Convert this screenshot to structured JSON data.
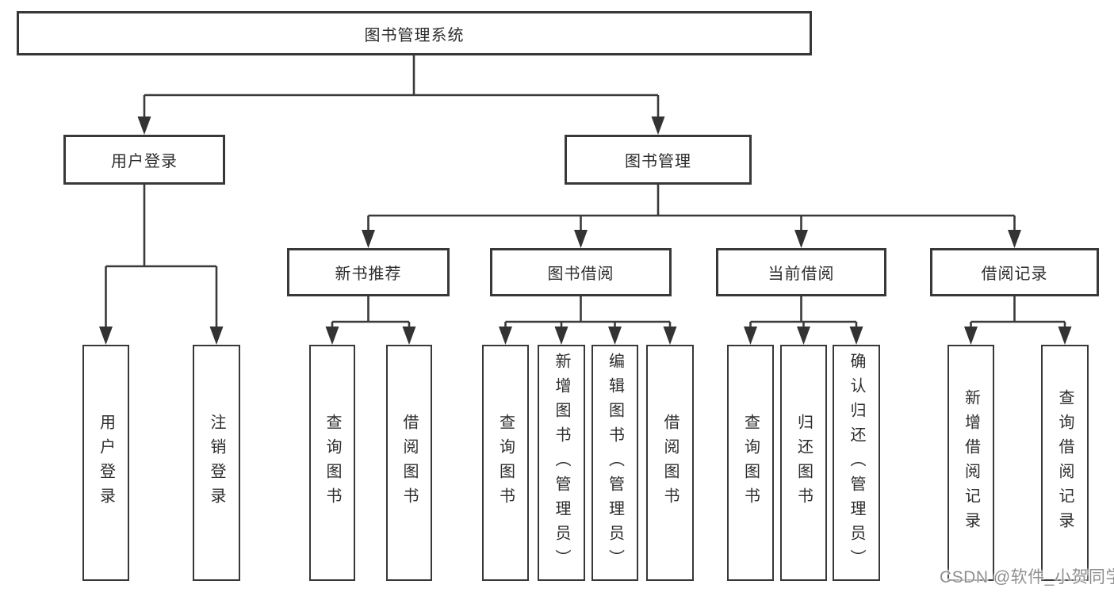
{
  "diagram": {
    "root": {
      "label": "图书管理系统"
    },
    "branches": [
      {
        "label": "用户登录",
        "children": [
          {
            "label": "用户登录"
          },
          {
            "label": "注销登录"
          }
        ]
      },
      {
        "label": "图书管理",
        "children": [
          {
            "label": "新书推荐",
            "children": [
              {
                "label": "查询图书"
              },
              {
                "label": "借阅图书"
              }
            ]
          },
          {
            "label": "图书借阅",
            "children": [
              {
                "label": "查询图书"
              },
              {
                "label": "新增图书（管理员）"
              },
              {
                "label": "编辑图书（管理员）"
              },
              {
                "label": "借阅图书"
              }
            ]
          },
          {
            "label": "当前借阅",
            "children": [
              {
                "label": "查询图书"
              },
              {
                "label": "归还图书"
              },
              {
                "label": "确认归还（管理员）"
              }
            ]
          },
          {
            "label": "借阅记录",
            "children": [
              {
                "label": "新增借阅记录"
              },
              {
                "label": "查询借阅记录"
              }
            ]
          }
        ]
      }
    ]
  },
  "watermark": {
    "text": "CSDN @软件_小贺同学"
  },
  "colors": {
    "line": "#3a3a3a",
    "box_border": "#383838",
    "text": "#2d2d2d",
    "background": "#ffffff",
    "watermark": "#8f8f8f"
  }
}
